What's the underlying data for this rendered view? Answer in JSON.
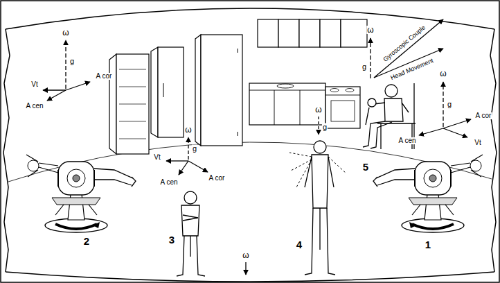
{
  "diagram": {
    "labels": [
      "ω",
      "g",
      "Vt",
      "A cor",
      "A cen",
      "ω",
      "g",
      "Vt",
      "A cor",
      "A cen",
      "ω",
      "g",
      "ω",
      "ω",
      "g",
      "Gyroscopic Couple",
      "Head Movement",
      "ω",
      "g",
      "A cor",
      "A cen",
      "Vt",
      "2",
      "3",
      "4",
      "5",
      "1"
    ]
  }
}
